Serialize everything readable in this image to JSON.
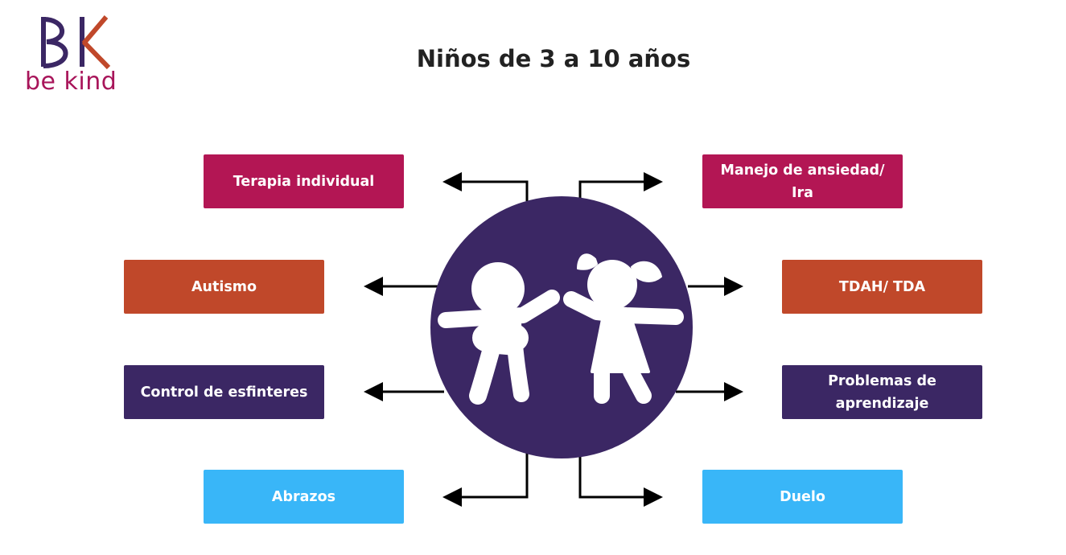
{
  "logo": {
    "text": "be kind",
    "monogram": "BK"
  },
  "title": "Niños de 3 a 10 años",
  "colors": {
    "magenta": "#b31654",
    "rust": "#c0482a",
    "purple": "#3b2764",
    "sky": "#39b6f8",
    "circle": "#3b2764"
  },
  "boxes": {
    "terapia": "Terapia individual",
    "autismo": "Autismo",
    "control": "Control de esfinteres",
    "abrazos": "Abrazos",
    "manejo": "Manejo de ansiedad/ Ira",
    "tdah": "TDAH/ TDA",
    "problemas": "Problemas de aprendizaje",
    "duelo": "Duelo"
  },
  "center_icon": "children-playing-icon"
}
